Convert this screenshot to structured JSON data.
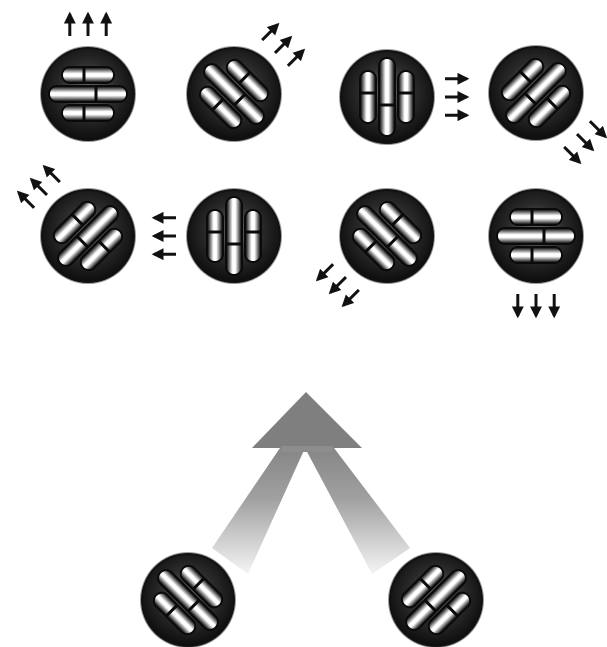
{
  "colors": {
    "background": "#ffffff",
    "disc_dark": "#111111",
    "disc_mid": "#5a5a5a",
    "disc_rim": "#9a9a9a",
    "bar_light": "#ffffff",
    "bar_dark": "#0c0c0c",
    "arrow": "#111111",
    "merge_arrow_top": "#7f7f7f",
    "merge_arrow_bottom": "#f2f2f2"
  },
  "icons": {
    "disc": "striped-disc-icon",
    "move": "arrow-icon",
    "merge": "merge-arrow-icon"
  },
  "grid_discs": [
    {
      "name": "disc-heading-up",
      "stripe_angle": 0,
      "motion_direction_deg": 270
    },
    {
      "name": "disc-heading-up-right",
      "stripe_angle": 45,
      "motion_direction_deg": 315
    },
    {
      "name": "disc-heading-right",
      "stripe_angle": 90,
      "motion_direction_deg": 0
    },
    {
      "name": "disc-heading-down-right",
      "stripe_angle": 135,
      "motion_direction_deg": 45
    },
    {
      "name": "disc-heading-up-left",
      "stripe_angle": 135,
      "motion_direction_deg": 225
    },
    {
      "name": "disc-heading-left",
      "stripe_angle": 90,
      "motion_direction_deg": 180
    },
    {
      "name": "disc-heading-down-left",
      "stripe_angle": 45,
      "motion_direction_deg": 135
    },
    {
      "name": "disc-heading-down",
      "stripe_angle": 0,
      "motion_direction_deg": 90
    }
  ],
  "base_discs": [
    {
      "name": "base-disc-left",
      "stripe_angle": 45
    },
    {
      "name": "base-disc-right",
      "stripe_angle": 135
    }
  ]
}
